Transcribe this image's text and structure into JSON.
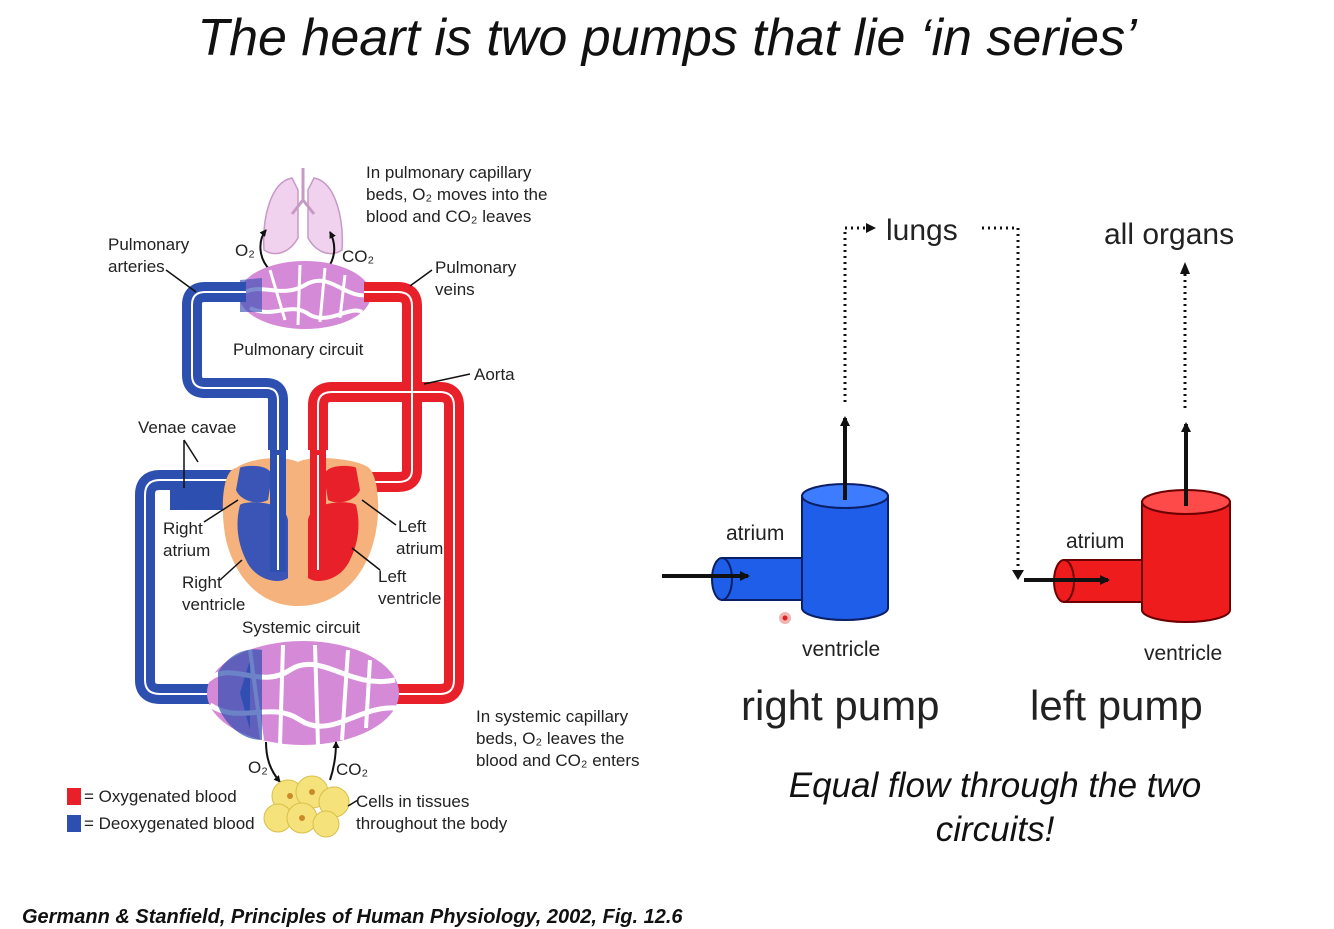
{
  "slide": {
    "title": "The heart is two pumps that lie ‘in series’",
    "caption_line1": "Equal flow through the two",
    "caption_line2": "circuits!",
    "citation": "Germann & Stanfield, Principles of Human Physiology, 2002, Fig. 12.6"
  },
  "colors": {
    "oxygenated": "#e8202a",
    "deoxygenated": "#2d4fb0",
    "right_pump": "#1f5ee8",
    "left_pump": "#ee1c1c",
    "capillary": "#d58ad8",
    "heart_tissue": "#f5b27c"
  },
  "left_diagram": {
    "pulmonary_note": [
      "In pulmonary capillary",
      "beds, O₂ moves into the",
      "blood and CO₂ leaves"
    ],
    "pulmonary_arteries": [
      "Pulmonary",
      "arteries"
    ],
    "pulmonary_veins": [
      "Pulmonary",
      "veins"
    ],
    "o2_top": "O₂",
    "co2_top": "CO₂",
    "pulmonary_circuit": "Pulmonary circuit",
    "aorta": "Aorta",
    "venae_cavae": "Venae cavae",
    "right_atrium": [
      "Right",
      "atrium"
    ],
    "right_ventricle": [
      "Right",
      "ventricle"
    ],
    "left_atrium": [
      "Left",
      "atrium"
    ],
    "left_ventricle": [
      "Left",
      "ventricle"
    ],
    "systemic_circuit": "Systemic circuit",
    "systemic_note": [
      "In systemic capillary",
      "beds, O₂ leaves the",
      "blood and CO₂ enters"
    ],
    "o2_bottom": "O₂",
    "co2_bottom": "CO₂",
    "cells": [
      "Cells in tissues",
      "throughout the body"
    ],
    "legend_oxygenated": "= Oxygenated blood",
    "legend_deoxygenated": "= Deoxygenated blood"
  },
  "right_diagram": {
    "lungs": "lungs",
    "all_organs": "all organs",
    "atrium_right": "atrium",
    "ventricle_right": "ventricle",
    "atrium_left": "atrium",
    "ventricle_left": "ventricle",
    "right_pump": "right pump",
    "left_pump": "left pump"
  }
}
